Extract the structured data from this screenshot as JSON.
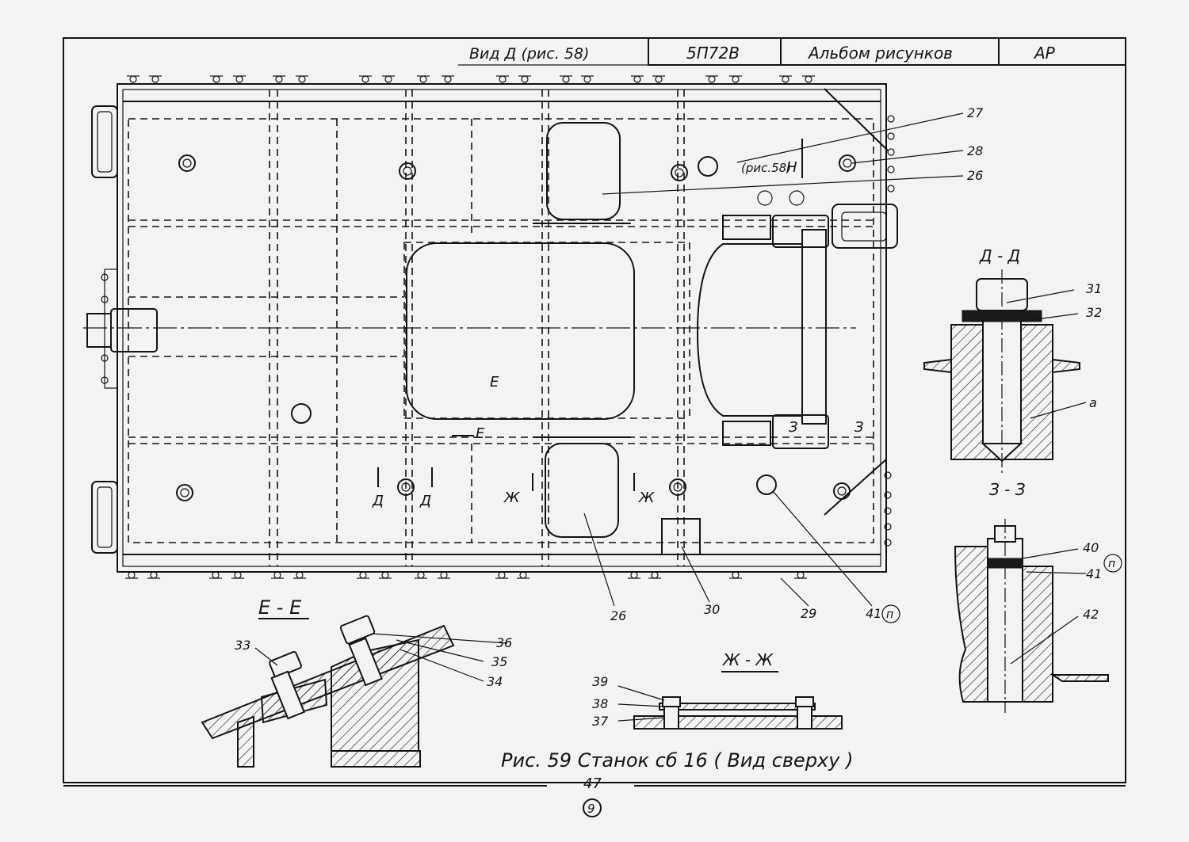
{
  "title_block": {
    "view_ref": "Вид Д (рис. 58)",
    "code": "5П72В",
    "album": "Альбом рисунков",
    "series": "АР"
  },
  "callouts": {
    "c27": "27",
    "c28": "28",
    "c26a": "26",
    "c26b": "26",
    "c29": "29",
    "c30": "30",
    "c41": "41",
    "c41_mark": "п",
    "c31": "31",
    "c32": "32",
    "ca": "а",
    "c40": "40",
    "c40_mark": "п",
    "c41b": "41",
    "c42": "42",
    "c33": "33",
    "c34": "34",
    "c35": "35",
    "c36": "36",
    "c37": "37",
    "c38": "38",
    "c39": "39"
  },
  "view_marks": {
    "fig_ref": "(рис.58)",
    "n_mark": "Н",
    "e_mark": "Е",
    "d_mark": "Д",
    "zh_mark": "Ж",
    "z_mark": "З"
  },
  "section_titles": {
    "dd": "Д - Д",
    "zz": "З - З",
    "ee": "Е - Е",
    "zhzh": "Ж - Ж"
  },
  "caption": "Рис. 59 Станок сб 16 ( Вид сверху )",
  "page_number": "47",
  "sheet_mark": "9"
}
